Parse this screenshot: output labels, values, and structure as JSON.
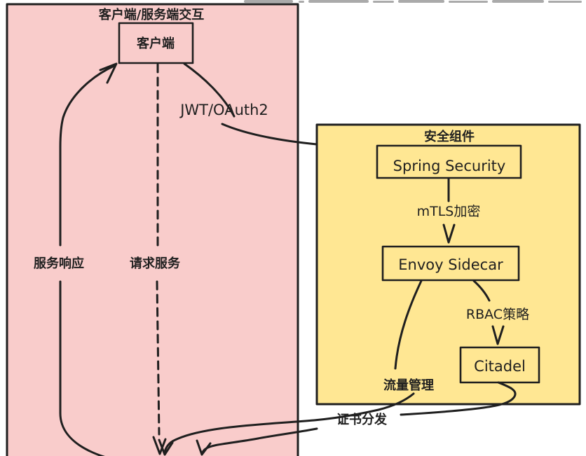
{
  "colors": {
    "pink_fill": "#f9cccb",
    "yellow_fill": "#ffe793",
    "stroke": "#1f1f1f"
  },
  "groups": {
    "client_server": {
      "title": "客户端/服务端交互",
      "nodes": {
        "client": "客户端"
      },
      "edge_labels": {
        "response": "服务响应",
        "request": "请求服务",
        "jwt": "JWT/OAuth2"
      }
    },
    "security": {
      "title": "安全组件",
      "nodes": {
        "spring_security": "Spring Security",
        "envoy_sidecar": "Envoy Sidecar",
        "citadel": "Citadel"
      },
      "edge_labels": {
        "mtls": "mTLS加密",
        "rbac": "RBAC策略",
        "traffic": "流量管理",
        "cert": "证书分发"
      }
    }
  }
}
